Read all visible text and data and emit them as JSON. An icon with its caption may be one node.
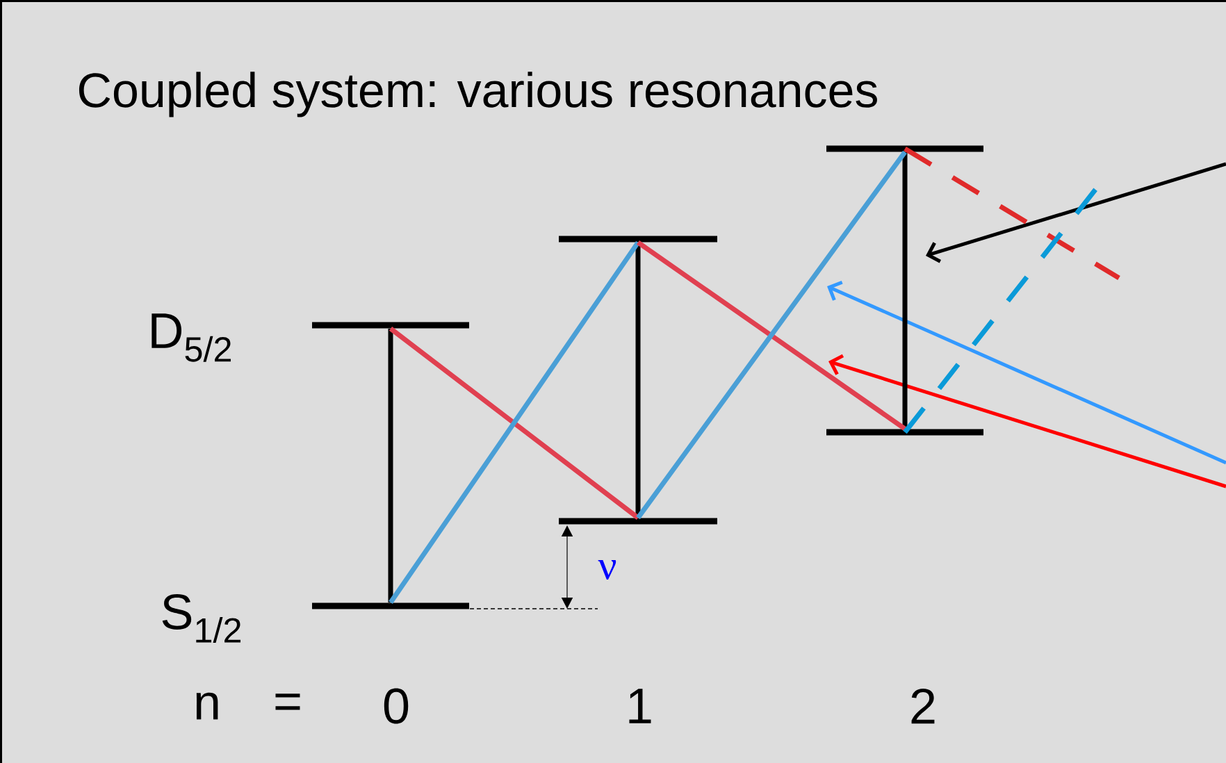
{
  "diagram": {
    "title": "Coupled system: various resonances",
    "nodes": [
      {
        "text": [],
        "shape": "bar"
      },
      {
        "text": [],
        "shape": "bar"
      },
      {
        "text": [],
        "shape": "bar"
      },
      {
        "text": [],
        "shape": "bar"
      },
      {
        "text": [],
        "shape": "bar"
      },
      {
        "text": [],
        "shape": "bar"
      }
    ],
    "edges": [
      {
        "from": 0,
        "to": 1,
        "arrow": "none"
      },
      {
        "from": 2,
        "to": 3,
        "arrow": "none"
      },
      {
        "from": 4,
        "to": 5,
        "arrow": "none"
      },
      {
        "from": 0,
        "to": 3,
        "arrow": "none",
        "color": "#e04050"
      },
      {
        "from": 1,
        "to": 2,
        "arrow": "none",
        "color": "#4a9fd6"
      },
      {
        "from": 2,
        "to": 5,
        "arrow": "none",
        "color": "#e04050"
      },
      {
        "from": 3,
        "to": 4,
        "arrow": "none",
        "color": "#4a9fd6"
      },
      {
        "from": 4,
        "to": null,
        "arrow": "none",
        "style": "dashed",
        "color": "#e02a2a"
      },
      {
        "from": 5,
        "to": null,
        "arrow": "none",
        "style": "dashed",
        "color": "#0a9ad8"
      }
    ],
    "labels": [
      "D$_{5/2}$",
      "S$_{1/2}$",
      "ν",
      "n",
      "=",
      "0",
      "1",
      "2"
    ]
  }
}
